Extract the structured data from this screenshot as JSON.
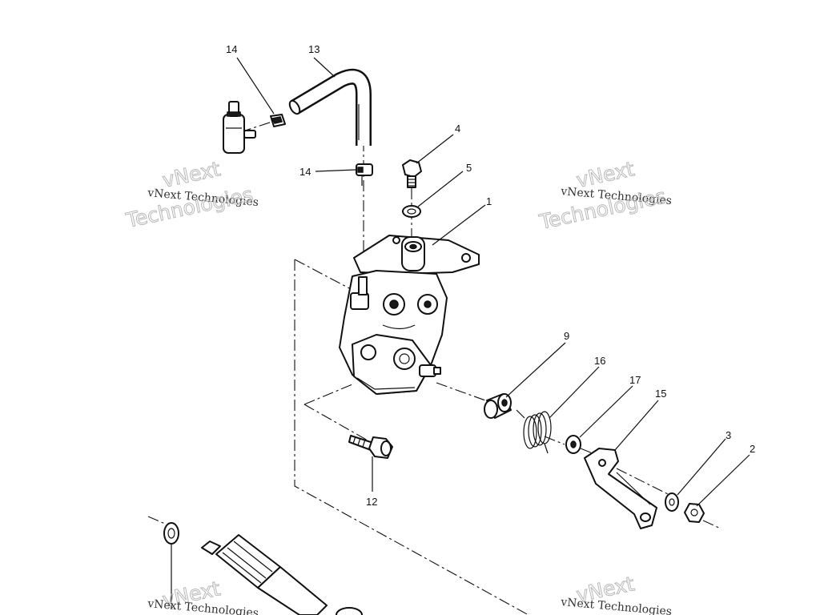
{
  "callouts": {
    "c1": "1",
    "c2": "2",
    "c3": "3",
    "c4": "4",
    "c5": "5",
    "c9": "9",
    "c12": "12",
    "c13": "13",
    "c14_top": "14",
    "c14_mid": "14",
    "c15": "15",
    "c16": "16",
    "c17": "17"
  },
  "watermark": {
    "line1": "vNext",
    "line2": "vNext Technologies",
    "line3": "Technologies"
  },
  "colors": {
    "ink": "#111111",
    "watermark": "#b8b8b8"
  }
}
